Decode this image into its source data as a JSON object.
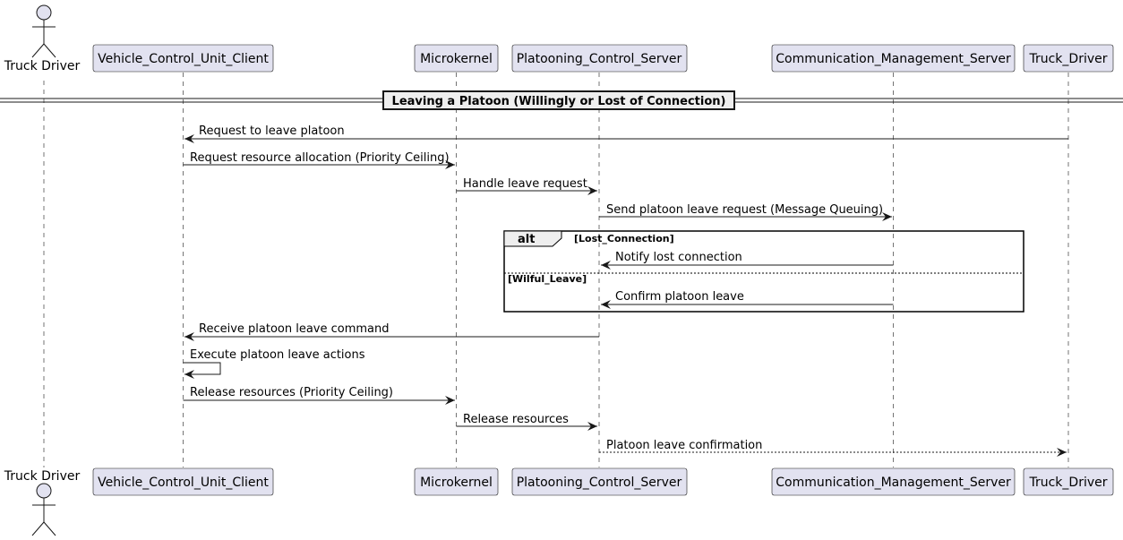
{
  "actor": {
    "name": "Truck Driver"
  },
  "participants": [
    "Vehicle_Control_Unit_Client",
    "Microkernel",
    "Platooning_Control_Server",
    "Communication_Management_Server",
    "Truck_Driver"
  ],
  "divider": {
    "title": "Leaving a Platoon (Willingly or Lost of Connection)"
  },
  "messages": [
    {
      "from": "Truck_Driver",
      "to": "Vehicle_Control_Unit_Client",
      "label": "Request to leave platoon",
      "style": "solid"
    },
    {
      "from": "Vehicle_Control_Unit_Client",
      "to": "Microkernel",
      "label": "Request resource allocation (Priority Ceiling)",
      "style": "solid"
    },
    {
      "from": "Microkernel",
      "to": "Platooning_Control_Server",
      "label": "Handle leave request",
      "style": "solid"
    },
    {
      "from": "Platooning_Control_Server",
      "to": "Communication_Management_Server",
      "label": "Send platoon leave request (Message Queuing)",
      "style": "solid"
    },
    {
      "from": "Communication_Management_Server",
      "to": "Platooning_Control_Server",
      "label": "Notify lost connection",
      "style": "solid"
    },
    {
      "from": "Communication_Management_Server",
      "to": "Platooning_Control_Server",
      "label": "Confirm platoon leave",
      "style": "solid"
    },
    {
      "from": "Platooning_Control_Server",
      "to": "Vehicle_Control_Unit_Client",
      "label": "Receive platoon leave command",
      "style": "solid"
    },
    {
      "from": "Vehicle_Control_Unit_Client",
      "to": "Vehicle_Control_Unit_Client",
      "label": "Execute platoon leave actions",
      "style": "solid"
    },
    {
      "from": "Vehicle_Control_Unit_Client",
      "to": "Microkernel",
      "label": "Release resources (Priority Ceiling)",
      "style": "solid"
    },
    {
      "from": "Microkernel",
      "to": "Platooning_Control_Server",
      "label": "Release resources",
      "style": "solid"
    },
    {
      "from": "Platooning_Control_Server",
      "to": "Truck_Driver",
      "label": "Platoon leave confirmation",
      "style": "dashed"
    }
  ],
  "alt": {
    "keyword": "alt",
    "conditions": [
      "[Lost_Connection]",
      "[Wilful_Leave]"
    ]
  },
  "colors": {
    "participant_fill": "#e2e2f0",
    "participant_border": "#181818",
    "lifeline": "#181818",
    "divider_fill": "#eeeeee",
    "alt_tab_fill": "#eeeeee"
  }
}
